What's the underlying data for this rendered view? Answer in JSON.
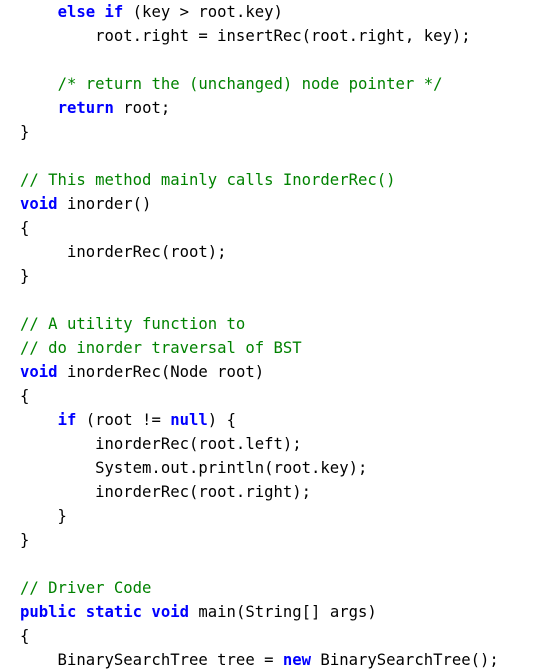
{
  "code": {
    "language": "java",
    "lines": [
      [
        {
          "t": "    ",
          "k": "pl"
        },
        {
          "t": "else if",
          "k": "kw"
        },
        {
          "t": " (key > root.key)",
          "k": "pl"
        }
      ],
      [
        {
          "t": "        root.right = insertRec(root.right, key);",
          "k": "pl"
        }
      ],
      [],
      [
        {
          "t": "    ",
          "k": "pl"
        },
        {
          "t": "/* return the (unchanged) node pointer */",
          "k": "cm"
        }
      ],
      [
        {
          "t": "    ",
          "k": "pl"
        },
        {
          "t": "return",
          "k": "kw"
        },
        {
          "t": " root;",
          "k": "pl"
        }
      ],
      [
        {
          "t": "}",
          "k": "pl"
        }
      ],
      [],
      [
        {
          "t": "// This method mainly calls InorderRec()",
          "k": "cm"
        }
      ],
      [
        {
          "t": "void",
          "k": "kw"
        },
        {
          "t": " inorder()",
          "k": "pl"
        }
      ],
      [
        {
          "t": "{",
          "k": "pl"
        }
      ],
      [
        {
          "t": "     inorderRec(root);",
          "k": "pl"
        }
      ],
      [
        {
          "t": "}",
          "k": "pl"
        }
      ],
      [],
      [
        {
          "t": "// A utility function to",
          "k": "cm"
        }
      ],
      [
        {
          "t": "// do inorder traversal of BST",
          "k": "cm"
        }
      ],
      [
        {
          "t": "void",
          "k": "kw"
        },
        {
          "t": " inorderRec(Node root)",
          "k": "pl"
        }
      ],
      [
        {
          "t": "{",
          "k": "pl"
        }
      ],
      [
        {
          "t": "    ",
          "k": "pl"
        },
        {
          "t": "if",
          "k": "kw"
        },
        {
          "t": " (root != ",
          "k": "pl"
        },
        {
          "t": "null",
          "k": "kw"
        },
        {
          "t": ") {",
          "k": "pl"
        }
      ],
      [
        {
          "t": "        inorderRec(root.left);",
          "k": "pl"
        }
      ],
      [
        {
          "t": "        System.out.println(root.key);",
          "k": "pl"
        }
      ],
      [
        {
          "t": "        inorderRec(root.right);",
          "k": "pl"
        }
      ],
      [
        {
          "t": "    }",
          "k": "pl"
        }
      ],
      [
        {
          "t": "}",
          "k": "pl"
        }
      ],
      [],
      [
        {
          "t": "// Driver Code",
          "k": "cm"
        }
      ],
      [
        {
          "t": "public static void",
          "k": "kw"
        },
        {
          "t": " main(String[] args)",
          "k": "pl"
        }
      ],
      [
        {
          "t": "{",
          "k": "pl"
        }
      ],
      [
        {
          "t": "    BinarySearchTree tree = ",
          "k": "pl"
        },
        {
          "t": "new",
          "k": "kw"
        },
        {
          "t": " BinarySearchTree();",
          "k": "pl"
        }
      ]
    ]
  }
}
